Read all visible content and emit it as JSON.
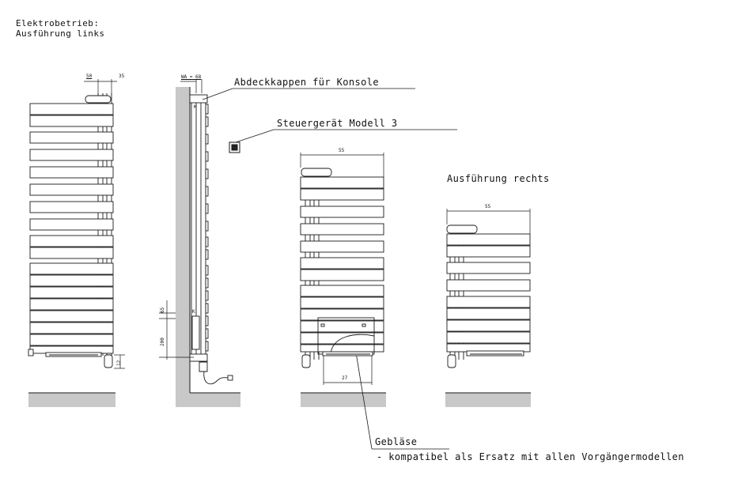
{
  "header": {
    "line1": "Elektrobetrieb:",
    "line2": "Ausführung links"
  },
  "callouts": {
    "caps": "Abdeckkappen für Konsole",
    "controller": "Steuergerät Modell 3",
    "variant_right": "Ausführung rechts",
    "fan": "Gebläse",
    "fan_note": "- kompatibel als Ersatz mit allen Vorgängermodellen"
  },
  "dimensions": {
    "front_left_top_a": "50",
    "front_left_top_b": "35",
    "front_left_bottom": "12",
    "side_wa": "WA = 68",
    "side_65": "65",
    "side_200": "200",
    "side_k_top": "K",
    "side_k_bottom": "K",
    "center_width": "55",
    "center_fan_width": "27",
    "right_width": "55"
  },
  "colors": {
    "line": "#1a1a1a",
    "floor": "#c8c8c8",
    "wall": "#c8c8c8"
  }
}
